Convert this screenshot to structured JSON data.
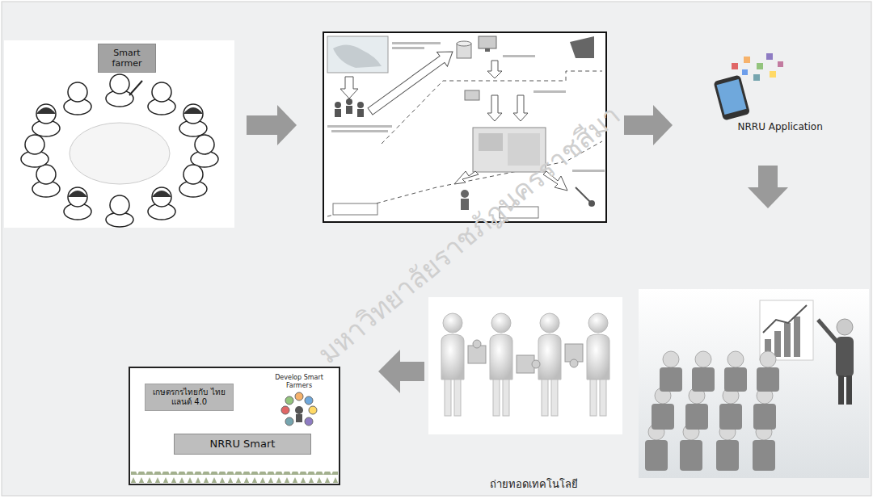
{
  "diagram": {
    "nodes": [
      {
        "text": [
          "Smart farmer"
        ]
      },
      {
        "text": [
          "เกษตรกรไทยกับ ไทยแลนด์ 4.0"
        ]
      },
      {
        "text": [
          "NRRU Smart"
        ]
      }
    ],
    "labels": [
      "NRRU Application",
      "Develop Smart Farmers",
      "ถ่ายทอดเทคโนโลยี",
      "มหาวิทยาลัยราชภัฏนครราชสีมา"
    ]
  }
}
